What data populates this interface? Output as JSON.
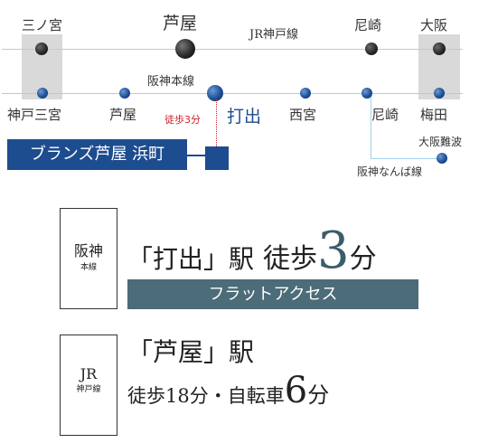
{
  "map": {
    "jr_line_label": "JR神戸線",
    "hanshin_line_label": "阪神本線",
    "namba_line_label": "阪神なんば線",
    "jr_stations": [
      "三ノ宮",
      "芦屋",
      "尼崎",
      "大阪"
    ],
    "hanshin_stations": [
      "神戸三宮",
      "芦屋",
      "打出",
      "西宮",
      "尼崎",
      "梅田"
    ],
    "namba_station": "大阪難波",
    "walk_label": "徒歩3分",
    "property_name": "ブランズ芦屋 浜町"
  },
  "access1": {
    "line_main": "阪神",
    "line_sub": "本線",
    "station_text": "「打出」駅",
    "walk_prefix": "徒歩",
    "walk_minutes": "3",
    "walk_unit": "分",
    "bar_text": "フラットアクセス"
  },
  "access2": {
    "line_main": "JR",
    "line_sub": "神戸線",
    "station_text": "「芦屋」駅",
    "detail_text": "徒歩18分・自転車",
    "bike_minutes": "6",
    "bike_unit": "分"
  },
  "colors": {
    "brand_blue": "#1d4c8f",
    "accent_teal": "#4b6c78",
    "walk_red": "#d0202a",
    "line_light_blue": "#9fd2ec"
  }
}
